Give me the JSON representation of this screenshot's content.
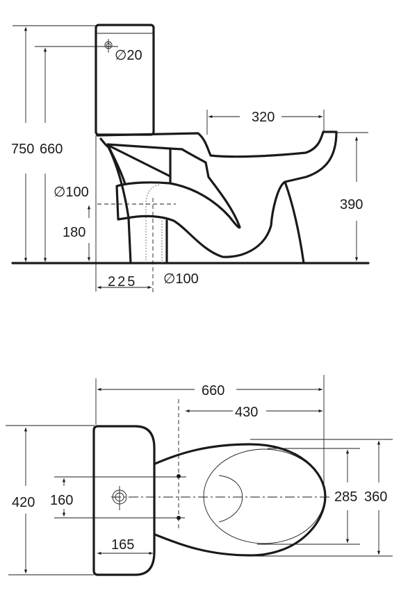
{
  "side_view": {
    "total_height": "750",
    "inlet_height": "660",
    "inlet_diameter": "∅20",
    "bowl_opening_length": "320",
    "rim_height": "390",
    "outlet_diameter_horizontal": "∅100",
    "outlet_height": "180",
    "outlet_offset": "225",
    "outlet_diameter_vertical": "∅100"
  },
  "top_view": {
    "overall_length": "660",
    "fixing_to_front": "430",
    "overall_width_tank": "420",
    "fixing_spacing": "160",
    "tank_depth": "165",
    "bowl_inner_width": "285",
    "bowl_outer_width": "360"
  },
  "colors": {
    "line": "#1a1a1a",
    "background": "#ffffff"
  }
}
